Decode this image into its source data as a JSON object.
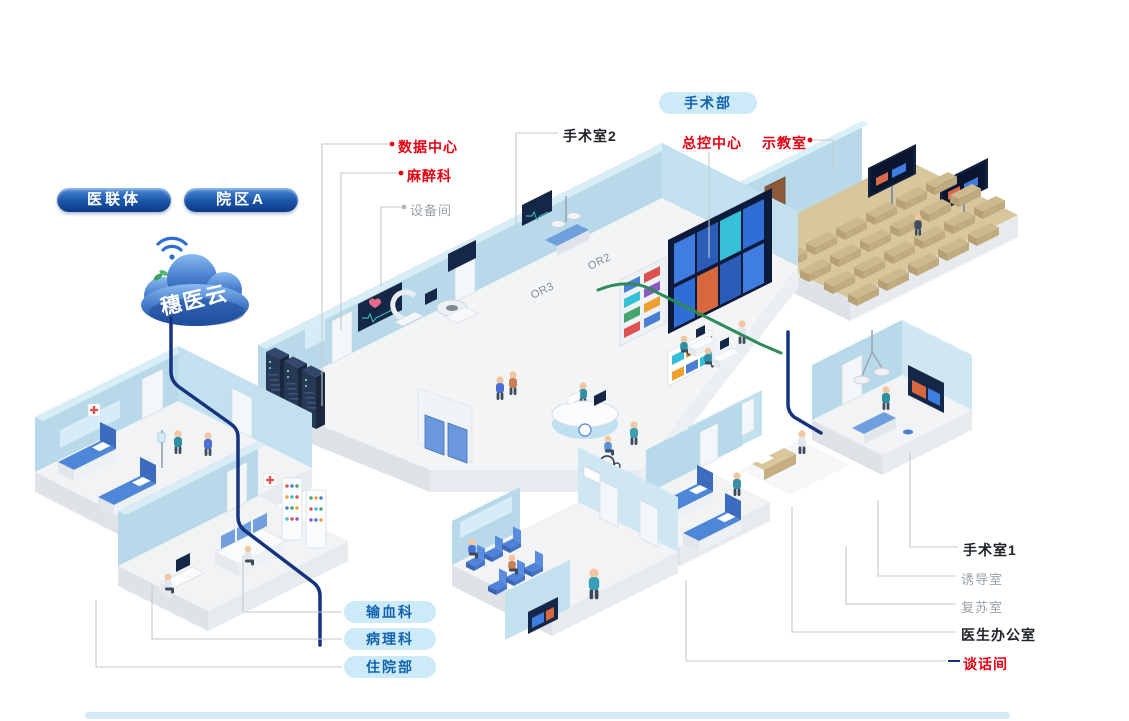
{
  "colors": {
    "accent_red": "#e60012",
    "cable_navy": "#16337f",
    "cable_green": "#2e8b57",
    "pill_dark_blue": "#1c55a8",
    "pill_light_bg": "#cdeaf8",
    "pill_light_text": "#1263ae",
    "wall_blue": "#b7d9ea",
    "label_gray": "#9aa2a8"
  },
  "cloud": {
    "label": "穗医云"
  },
  "network_pills": {
    "medical_alliance": "医联体",
    "campus_a": "院区A"
  },
  "department_pill": {
    "surgery_dept": "手术部"
  },
  "callouts": {
    "data_center": "数据中心",
    "anesthesia": "麻醉科",
    "equipment_room": "设备间",
    "operating_room_2": "手术室2",
    "master_control": "总控中心",
    "demo_classroom": "示教室",
    "operating_room_1": "手术室1",
    "induction_room": "诱导室",
    "recovery_room": "复苏室",
    "doctor_office": "医生办公室",
    "talk_room": "谈话间"
  },
  "bottom_pills": {
    "blood_transfusion": "输血科",
    "pathology": "病理科",
    "inpatient": "住院部"
  },
  "floor_tags": {
    "or2": "OR2",
    "or3": "OR3"
  }
}
